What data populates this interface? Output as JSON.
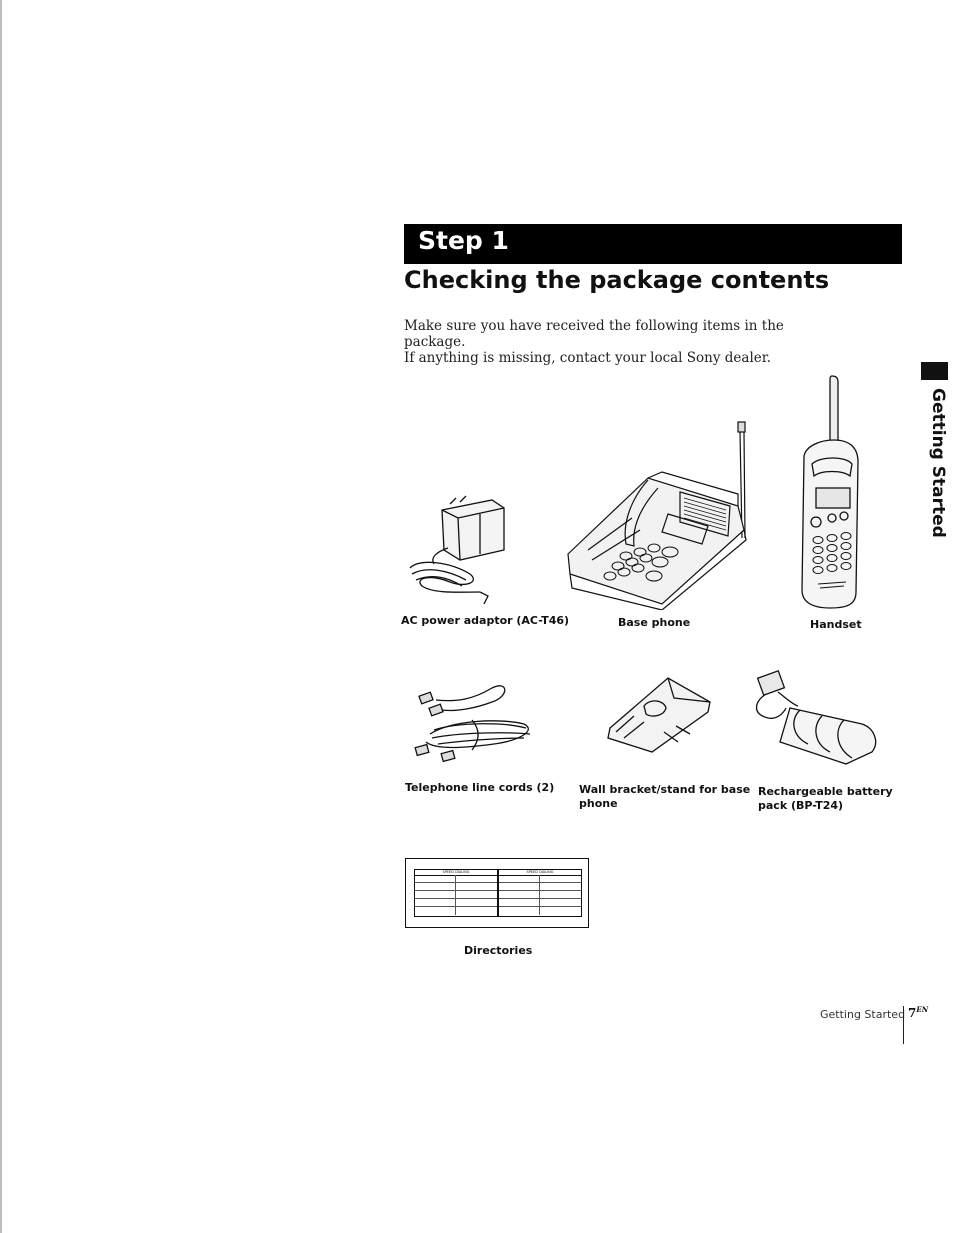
{
  "header": {
    "step_label": "Step 1",
    "title": "Checking the package contents"
  },
  "intro": {
    "line1": "Make sure you have received the following items in the package.",
    "line2": "If anything is missing, contact your local Sony dealer."
  },
  "side_tab": {
    "label": "Getting Started"
  },
  "items": {
    "adaptor": "AC power adaptor (AC-T46)",
    "base_phone": "Base phone",
    "handset": "Handset",
    "line_cords": "Telephone line cords (2)",
    "bracket_line1": "Wall bracket/stand for base",
    "bracket_line2": "phone",
    "battery_line1": "Rechargeable battery",
    "battery_line2": "pack (BP-T24)",
    "directories": "Directories",
    "directory_header_left": "SPEED DIALING",
    "directory_header_right": "SPEED DIALING"
  },
  "footer": {
    "section": "Getting Started",
    "page": "7",
    "page_suffix": "EN"
  }
}
